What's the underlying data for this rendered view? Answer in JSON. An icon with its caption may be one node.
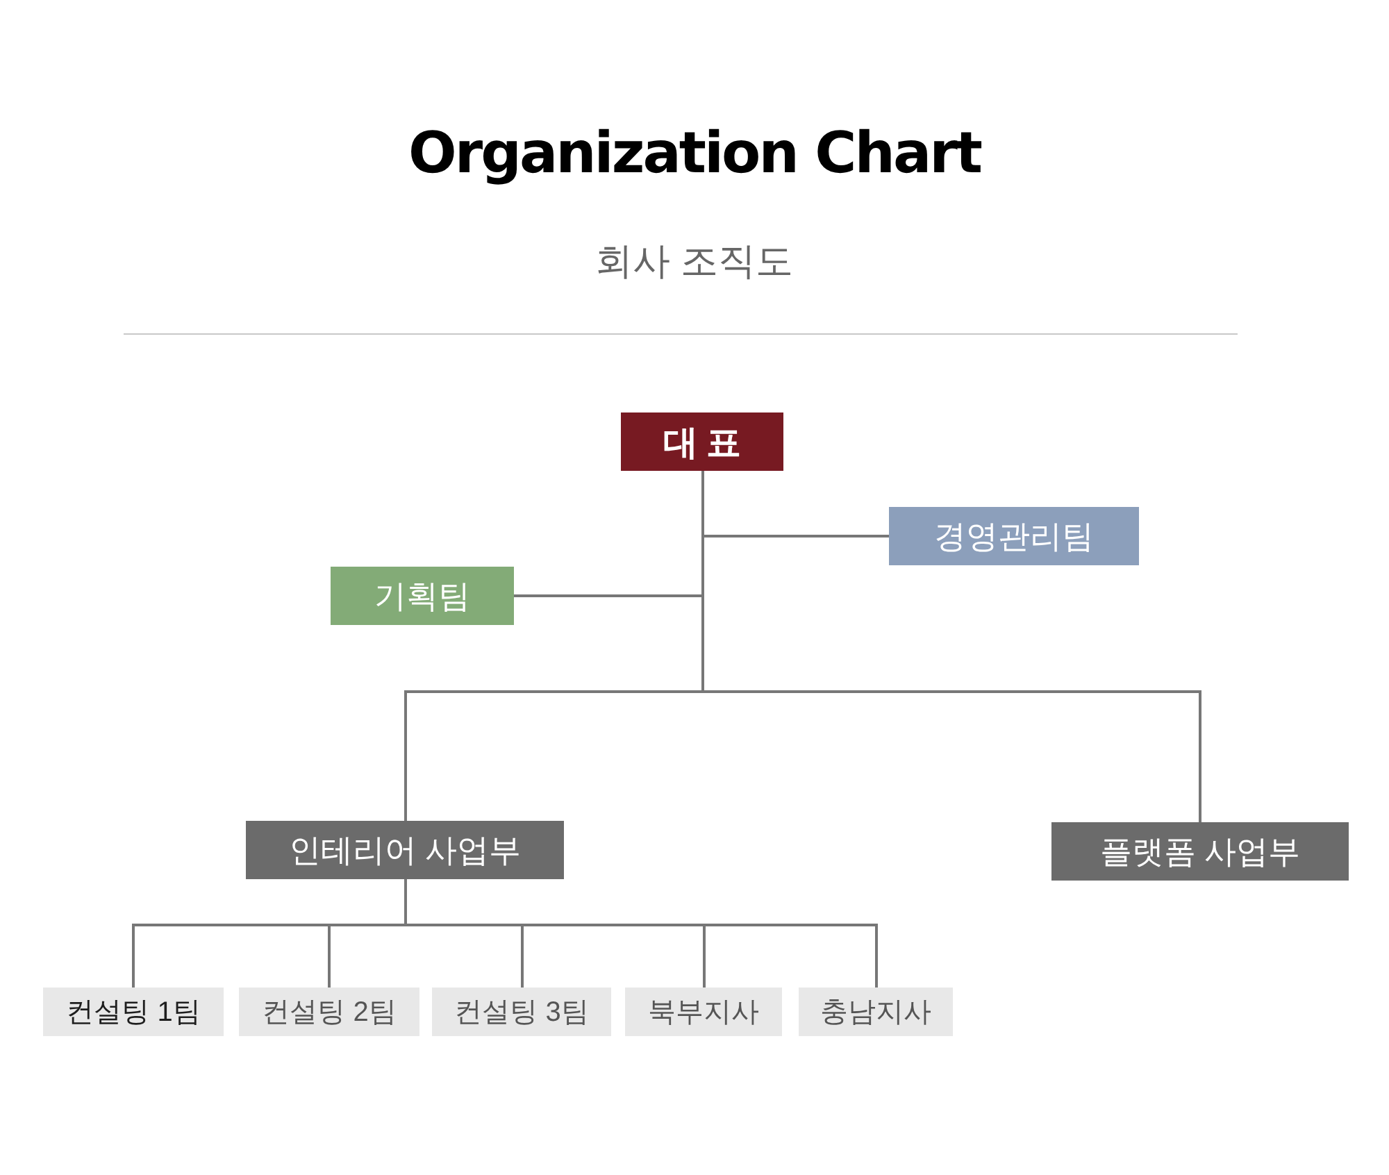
{
  "diagram": {
    "title": "Organization Chart",
    "nodes": [
      {
        "text": [
          "대표"
        ]
      },
      {
        "text": [
          "경영관리팀"
        ]
      },
      {
        "text": [
          "기획팀"
        ]
      },
      {
        "text": [
          "인테리어 사업부"
        ]
      },
      {
        "text": [
          "플랫폼 사업부"
        ]
      },
      {
        "text": [
          "컨설팅 1팀"
        ]
      },
      {
        "text": [
          "컨설팅 2팀"
        ]
      },
      {
        "text": [
          "컨설팅 3팀"
        ]
      },
      {
        "text": [
          "북부지사"
        ]
      },
      {
        "text": [
          "충남지사"
        ]
      }
    ],
    "edges": [
      {
        "from": 0,
        "to": 1,
        "arrow": "none"
      },
      {
        "from": 0,
        "to": 2,
        "arrow": "none"
      },
      {
        "from": 0,
        "to": 3,
        "arrow": "none"
      },
      {
        "from": 0,
        "to": 4,
        "arrow": "none"
      },
      {
        "from": 3,
        "to": 5,
        "arrow": "none"
      },
      {
        "from": 3,
        "to": 6,
        "arrow": "none"
      },
      {
        "from": 3,
        "to": 7,
        "arrow": "none"
      },
      {
        "from": 3,
        "to": 8,
        "arrow": "none"
      },
      {
        "from": 3,
        "to": 9,
        "arrow": "none"
      }
    ],
    "labels": [
      "회사 조직도"
    ]
  }
}
